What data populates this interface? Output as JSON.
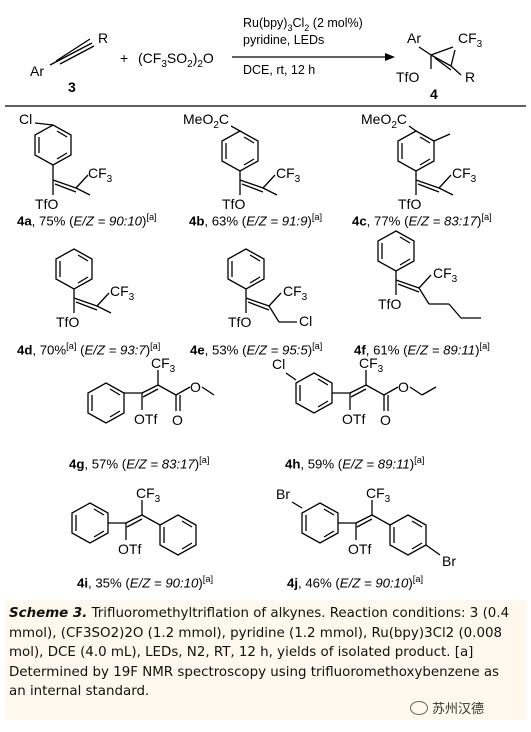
{
  "scheme": {
    "reactant_alkyne_ar": "Ar",
    "reactant_alkyne_r": "R",
    "reactant_alkyne_number": "3",
    "plus": "+",
    "reagent": "(CF3SO2)2O",
    "conditions": {
      "line1": "Ru(bpy)3Cl2 (2 mol%)",
      "line2": "pyridine, LEDs",
      "line3": "DCE, rt, 12 h"
    },
    "product": {
      "ar": "Ar",
      "cf3": "CF3",
      "tfo": "TfO",
      "r": "R",
      "number": "4"
    }
  },
  "compounds": [
    {
      "id": "4a",
      "yield": "75%",
      "ratio": "E/Z = 90:10",
      "note": "[a]",
      "substituent": "Cl"
    },
    {
      "id": "4b",
      "yield": "63%",
      "ratio": "E/Z = 91:9",
      "note": "[a]",
      "substituent": "MeO2C"
    },
    {
      "id": "4c",
      "yield": "77%",
      "ratio": "E/Z = 83:17",
      "note": "[a]",
      "substituent": "MeO2C"
    },
    {
      "id": "4d",
      "yield": "70%",
      "yield_note": "[a]",
      "ratio": "E/Z = 93:7",
      "note": "[a]"
    },
    {
      "id": "4e",
      "yield": "53%",
      "ratio": "E/Z = 95:5",
      "note": "[a]",
      "substituent": "Cl"
    },
    {
      "id": "4f",
      "yield": "61%",
      "ratio": "E/Z = 89:11",
      "note": "[a]"
    },
    {
      "id": "4g",
      "yield": "57%",
      "ratio": "E/Z = 83:17",
      "note": "[a]"
    },
    {
      "id": "4h",
      "yield": "59%",
      "ratio": "E/Z = 89:11",
      "note": "[a]",
      "substituent": "Cl"
    },
    {
      "id": "4i",
      "yield": "35%",
      "ratio": "E/Z = 90:10",
      "note": "[a]"
    },
    {
      "id": "4j",
      "yield": "46%",
      "ratio": "E/Z = 90:10",
      "note": "[a]",
      "substituent": "Br"
    }
  ],
  "labels": {
    "cf3": "CF3",
    "tfo": "TfO",
    "otf": "OTf",
    "cl": "Cl",
    "br": "Br",
    "meo2c": "MeO2C"
  },
  "caption": {
    "scheme_label": "Scheme 3.",
    "text": "Trifluoromethyltriflation of alkynes. Reaction conditions: 3 (0.4 mmol), (CF3SO2)2O (1.2 mmol), pyridine (1.2 mmol), Ru(bpy)3Cl2 (0.008 mol), DCE (4.0 mL), LEDs, N2, RT, 12 h, yields of isolated product. [a] Determined by 19F NMR spectroscopy using trifluoromethoxybenzene as an internal standard."
  },
  "watermark": {
    "text": "苏州汉德"
  }
}
